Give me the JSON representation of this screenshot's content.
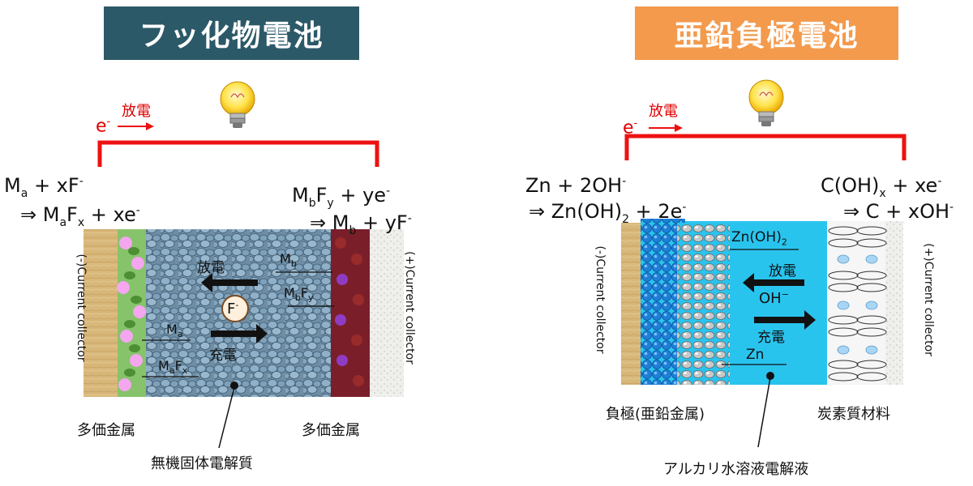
{
  "left": {
    "title": "フッ化物電池",
    "title_color": "#2c5968",
    "electron": "e",
    "electron_sup": "-",
    "discharge_top": "放電",
    "eq_left_1": {
      "a": "M",
      "a_sub": "a",
      "b": " + xF",
      "b_sup": "-"
    },
    "eq_left_2": {
      "a": "⇒ M",
      "a_sub": "a",
      "b": "F",
      "b_sub": "x",
      "c": " + xe",
      "c_sup": "-"
    },
    "eq_right_1": {
      "a": "M",
      "a_sub": "b",
      "b": "F",
      "b_sub": "y",
      "c": " + ye",
      "c_sup": "-"
    },
    "eq_right_2": {
      "a": "⇒ M",
      "a_sub": "b",
      "b": " + yF",
      "b_sup": "-"
    },
    "minus_collector": "(-)Current collector",
    "plus_collector": "(+)Current collector",
    "label_mb": {
      "a": "M",
      "sub": "b"
    },
    "label_mbfy": {
      "a": "M",
      "sub": "b",
      "b": "F",
      "sub2": "y"
    },
    "label_ma": {
      "a": "M",
      "sub": "a"
    },
    "label_mafx": {
      "a": "M",
      "sub": "a",
      "b": "F",
      "sub2": "x"
    },
    "discharge_mid": "放電",
    "charge_mid": "充電",
    "ion": {
      "a": "F",
      "sup": "-"
    },
    "metal_left": "多価金属",
    "metal_right": "多価金属",
    "electrolyte": "無機固体電解質"
  },
  "right": {
    "title": "亜鉛負極電池",
    "title_color": "#f39a4d",
    "electron": "e",
    "electron_sup": "-",
    "discharge_top": "放電",
    "eq_left_1": {
      "a": "Zn + 2OH",
      "a_sup": "-"
    },
    "eq_left_2": {
      "a": "⇒ Zn(OH)",
      "a_sub": "2",
      "b": " + 2e",
      "b_sup": "-"
    },
    "eq_right_1": {
      "a": "C(OH)",
      "a_sub": "x",
      "b": " + xe",
      "b_sup": "-"
    },
    "eq_right_2": {
      "a": "⇒ C + xOH",
      "a_sup": "-"
    },
    "minus_collector": "(-)Current collector",
    "plus_collector": "(+)Current collector",
    "label_znoh2": {
      "a": "Zn(OH)",
      "sub": "2"
    },
    "discharge_mid": "放電",
    "oh": {
      "a": "OH",
      "sup": "−"
    },
    "charge_mid": "充電",
    "label_zn": "Zn",
    "anode": "負極(亜鉛金属)",
    "cathode": "炭素質材料",
    "electrolyte": "アルカリ水溶液電解液"
  },
  "colors": {
    "wire": "#ee1111",
    "bulb": "#ffe24a",
    "electrolyte_left": "#6e8fa8",
    "electrolyte_right": "#29c4ee"
  }
}
